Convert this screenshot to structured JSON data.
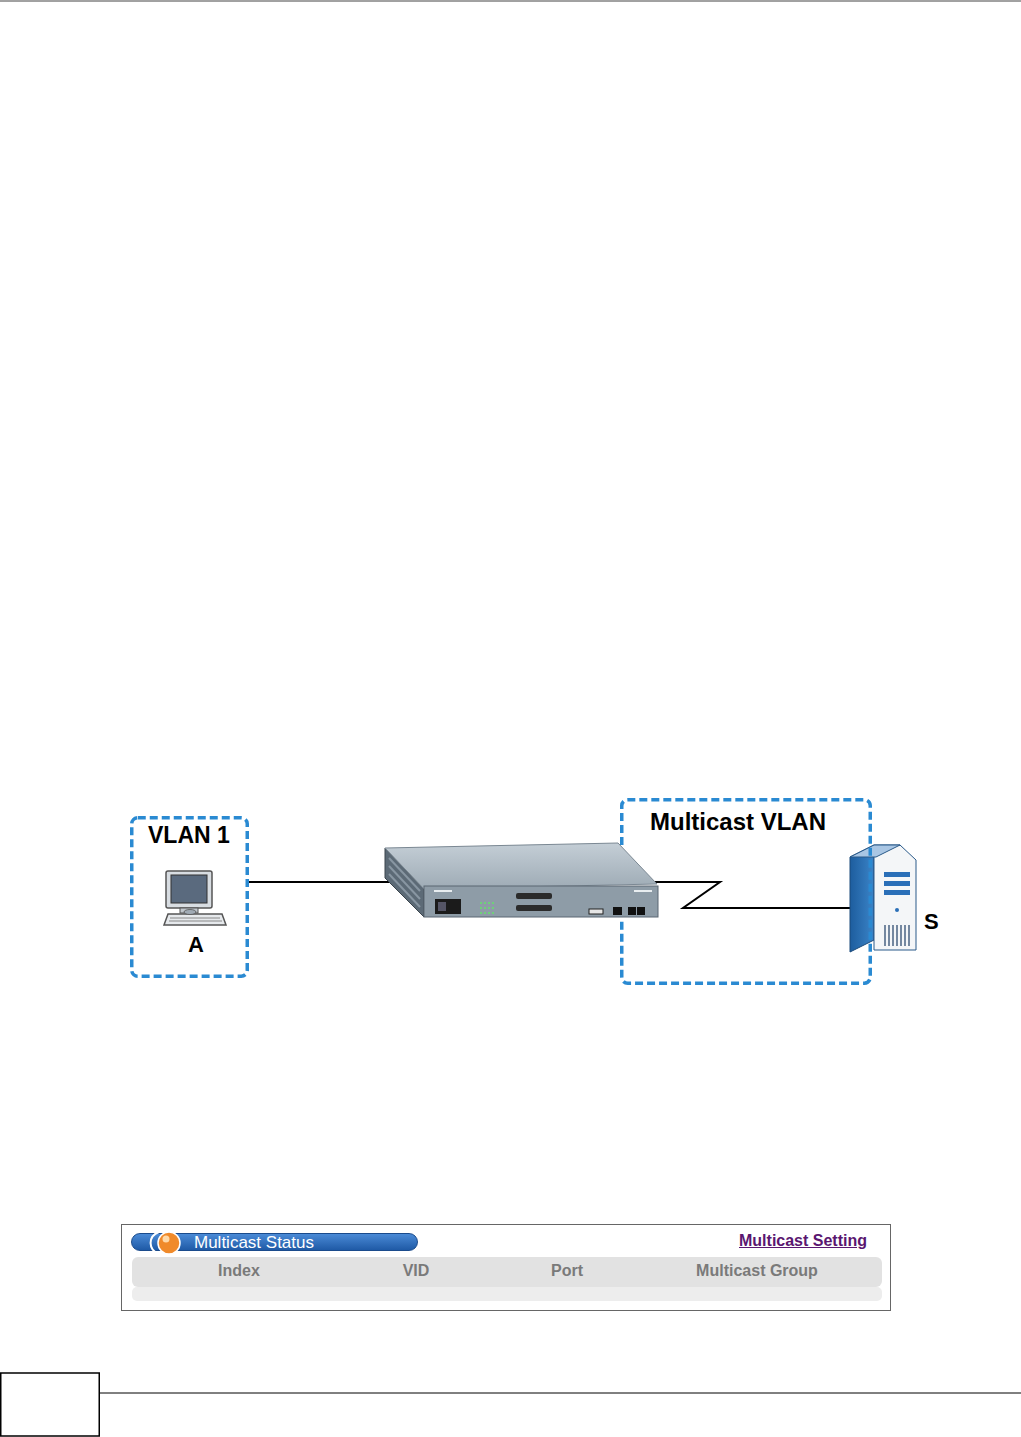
{
  "diagram": {
    "nodes": [
      {
        "text": [
          "VLAN 1"
        ]
      },
      {
        "text": [
          "A"
        ],
        "in": 0
      },
      {
        "text": [
          "Multicast VLAN"
        ]
      },
      {
        "text": [
          "S"
        ],
        "in": 2
      },
      {
        "text": [
          "Multicast Status"
        ]
      }
    ],
    "labels": [
      "Multicast Setting",
      "Index",
      "VID",
      "Port",
      "Multicast Group"
    ]
  }
}
